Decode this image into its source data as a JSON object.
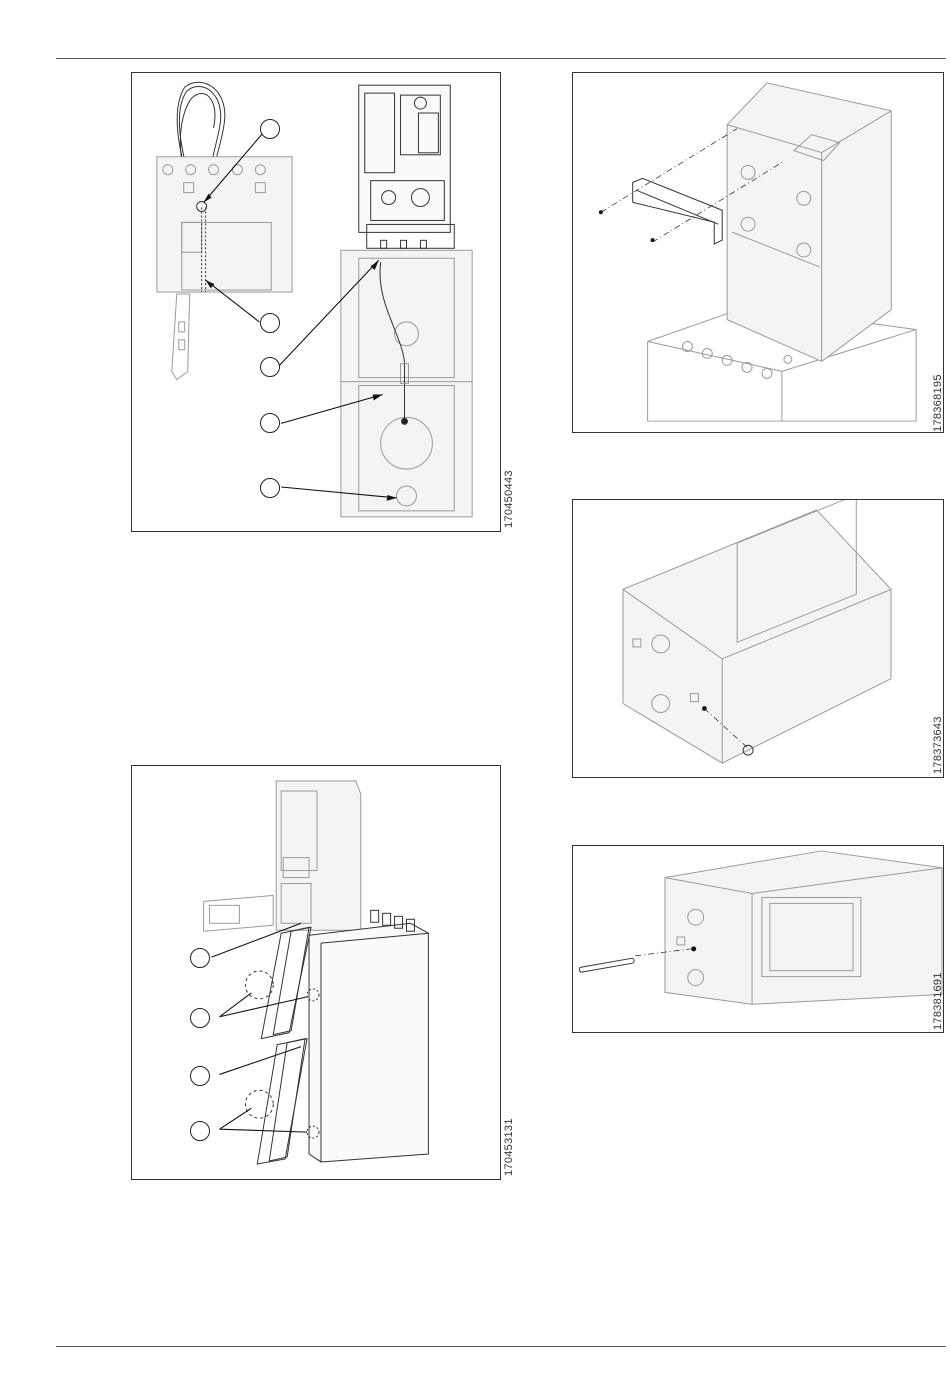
{
  "figures": {
    "fig_a": {
      "id": "170450443"
    },
    "fig_b": {
      "id": "170453131"
    },
    "fig_c": {
      "id": "178368195"
    },
    "fig_d": {
      "id": "178373643"
    },
    "fig_e": {
      "id": "178381691"
    }
  }
}
